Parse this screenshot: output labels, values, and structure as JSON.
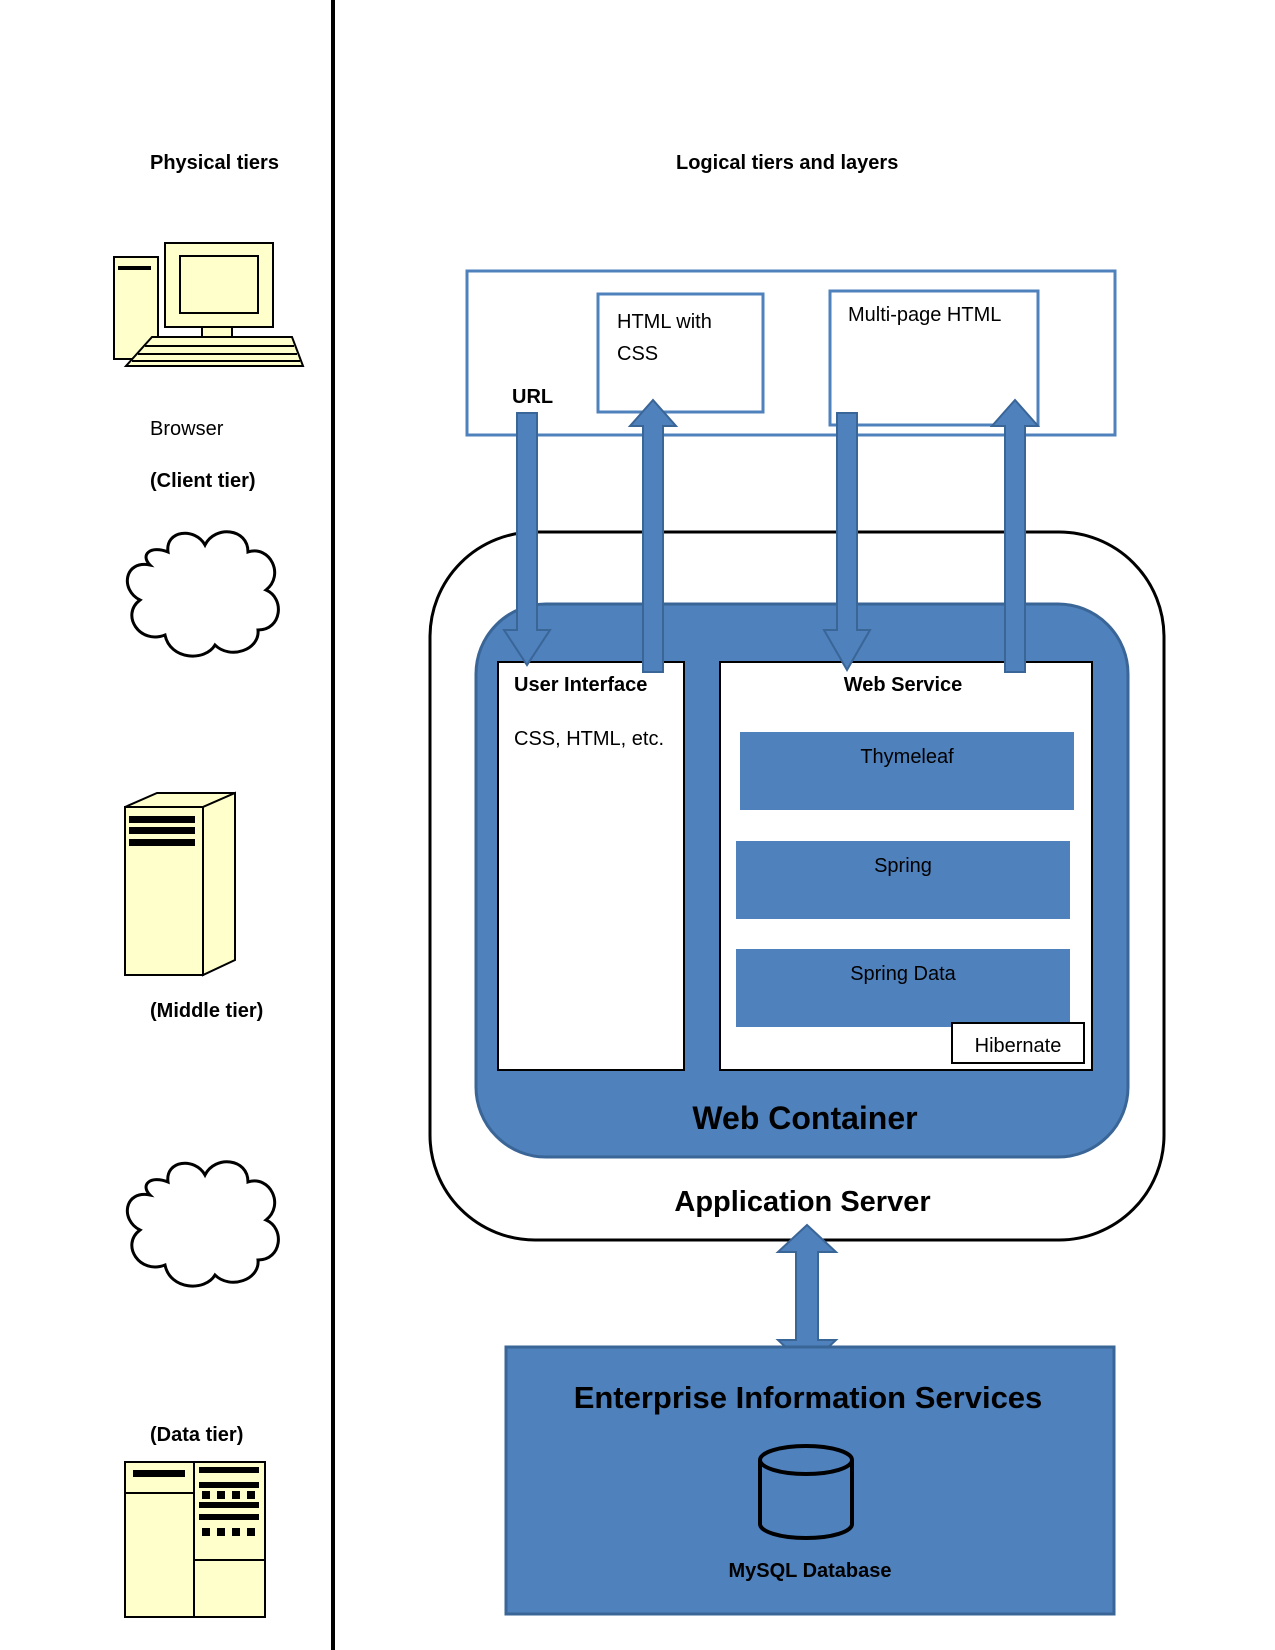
{
  "headings": {
    "physical": "Physical tiers",
    "logical": "Logical tiers and layers"
  },
  "physical_tiers": {
    "browser": "Browser",
    "client_tier": "(Client tier)",
    "middle_tier": "(Middle tier)",
    "data_tier": "(Data tier)"
  },
  "client_layer": {
    "url_label": "URL",
    "html_box": "HTML with CSS",
    "multipage_box": "Multi-page HTML"
  },
  "web_container": {
    "title": "Web Container",
    "user_interface": {
      "title": "User Interface",
      "subtitle": "CSS, HTML, etc."
    },
    "web_service": {
      "title": "Web Service",
      "layers": [
        "Thymeleaf",
        "Spring",
        "Spring Data"
      ],
      "hibernate": "Hibernate"
    }
  },
  "application_server": "Application Server",
  "enterprise": {
    "title": "Enterprise Information Services",
    "database": "MySQL Database"
  },
  "icons": [
    "desktop-computer-icon",
    "cloud-icon",
    "server-tower-icon",
    "database-server-icon",
    "database-cylinder-icon"
  ],
  "colors": {
    "accent": "#4f81bd",
    "accent_border": "#3a6597",
    "device_fill": "#ffffcc",
    "outline": "#000000"
  }
}
